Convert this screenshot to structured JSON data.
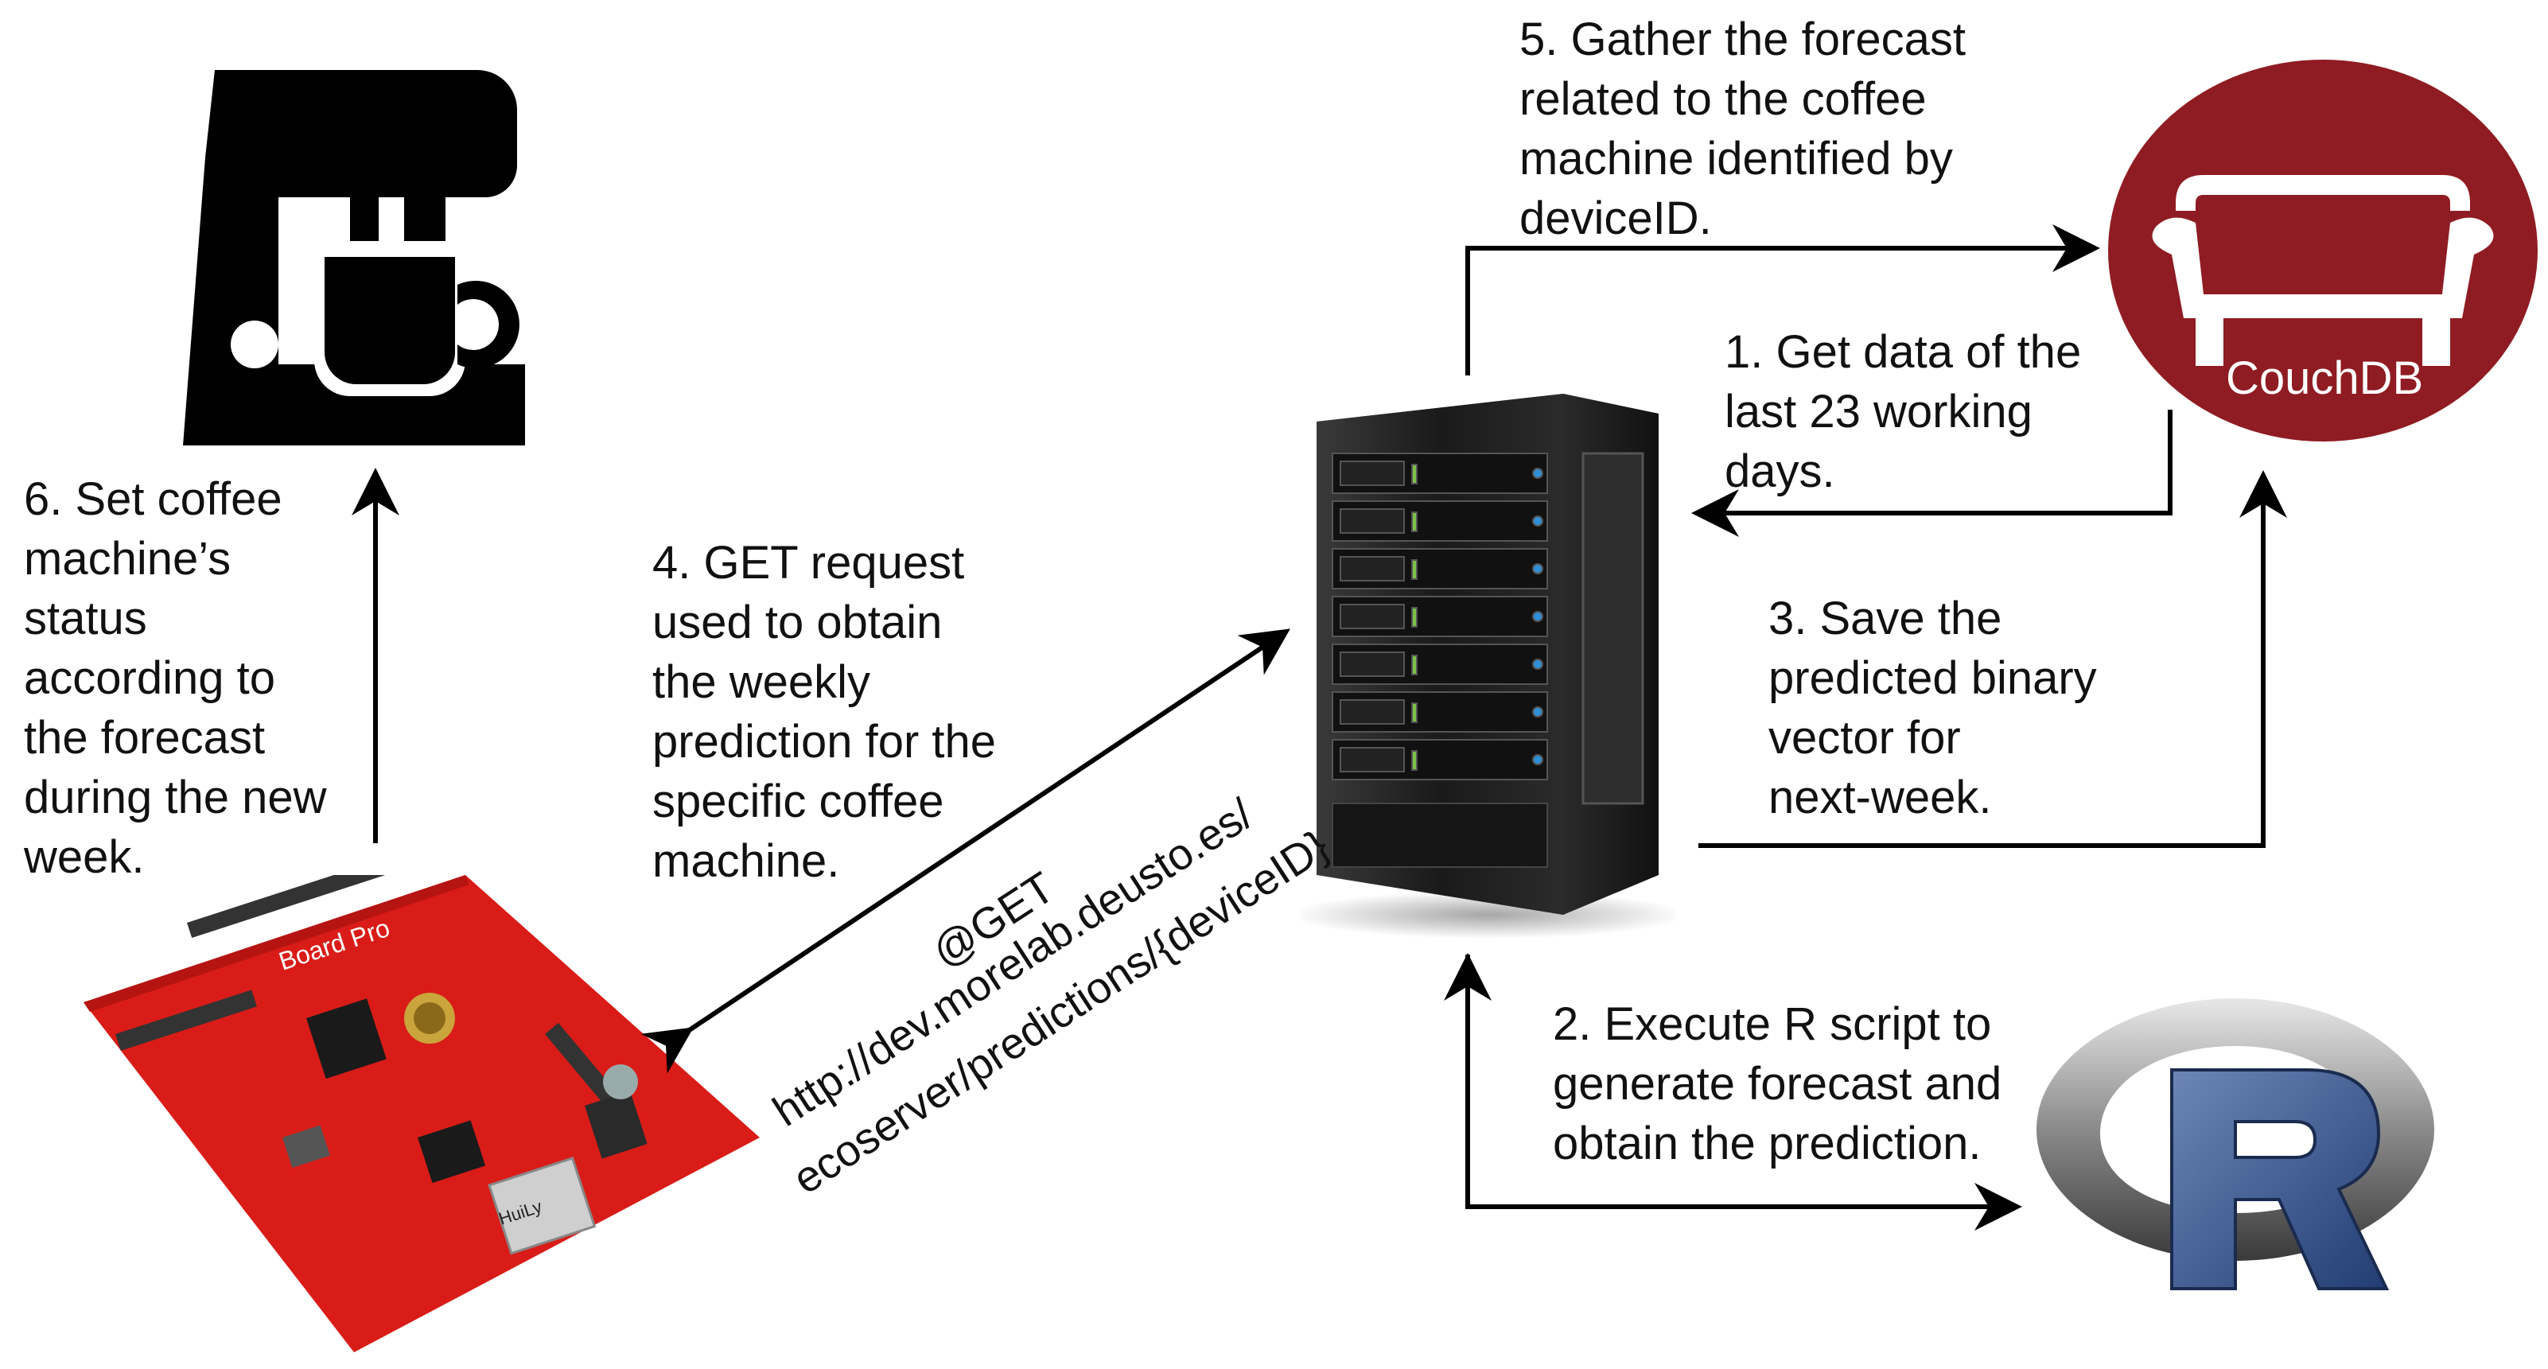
{
  "diagram": {
    "steps": {
      "step1": "1. Get data of the\nlast 23 working\ndays.",
      "step2": "2. Execute R script to\ngenerate forecast and\nobtain the prediction.",
      "step3": "3. Save the\npredicted binary\nvector for\nnext-week.",
      "step4": "4. GET request\nused to obtain\nthe weekly\nprediction for the\nspecific coffee\nmachine.",
      "step5": "5. Gather the forecast\nrelated to the coffee\nmachine identified by\ndeviceID.",
      "step6": "6. Set coffee\nmachine’s\nstatus\naccording to\nthe forecast\nduring the new\nweek."
    },
    "request": {
      "method": "@GET",
      "url_line1": "http://dev.morelab.deusto.es/",
      "url_line2": "ecoserver/predictions/{deviceID}"
    },
    "icons": {
      "coffee_machine": "coffee-machine-icon",
      "server": "server-icon",
      "database": "couchdb-logo",
      "r_language": "r-logo",
      "board": "arduino-board-icon"
    },
    "database_label": "CouchDB",
    "board_label": "Board Pro",
    "board_chip": "HuiLy",
    "colors": {
      "couchdb": "#8f1c22",
      "board": "#e0221c",
      "r_blue": "#34558f",
      "arrow": "#000000"
    }
  }
}
